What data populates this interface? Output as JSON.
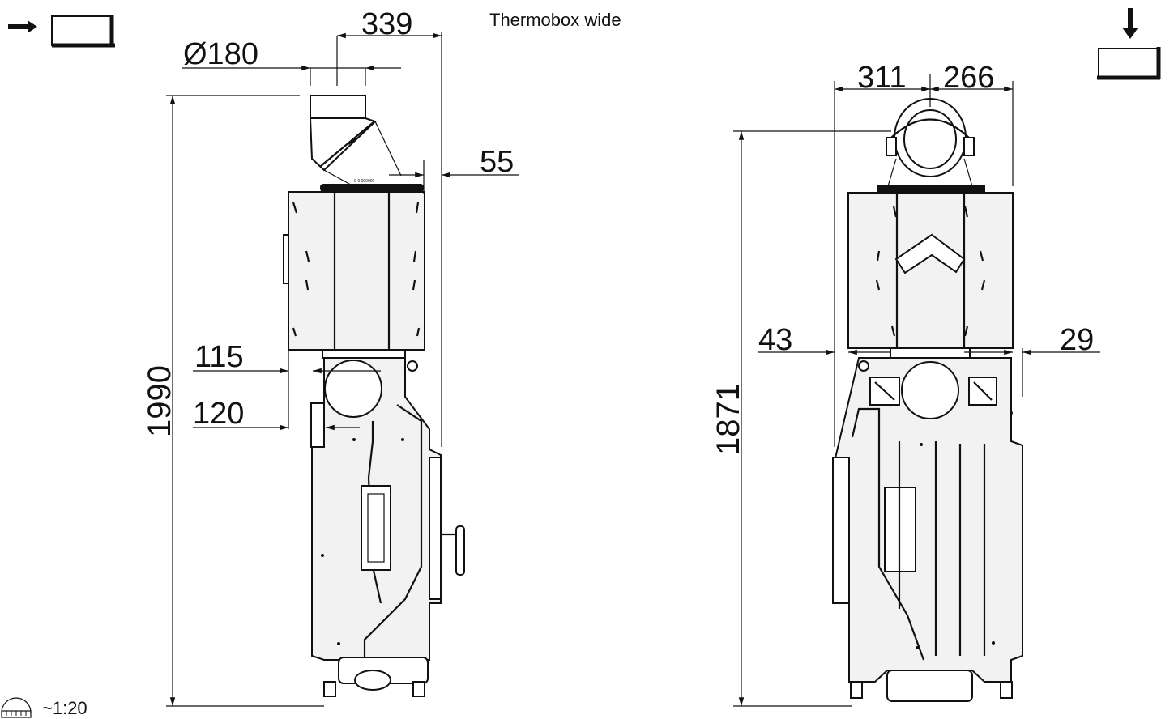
{
  "title": "Thermobox wide",
  "scale": "~1:20",
  "icons": {
    "side_view": "arrow-right-box-icon",
    "top_view": "arrow-down-box-icon",
    "scale": "ruler-protractor-icon"
  },
  "left_view": {
    "dim_339": "339",
    "dim_flue_diameter": "Ø180",
    "dim_55": "55",
    "dim_115": "115",
    "dim_120": "120",
    "dim_height": "1990"
  },
  "right_view": {
    "dim_311": "311",
    "dim_266": "266",
    "dim_43": "43",
    "dim_29": "29",
    "dim_height": "1871"
  },
  "colors": {
    "line": "#111111",
    "fill": "#f2f2f2",
    "background": "#ffffff"
  }
}
